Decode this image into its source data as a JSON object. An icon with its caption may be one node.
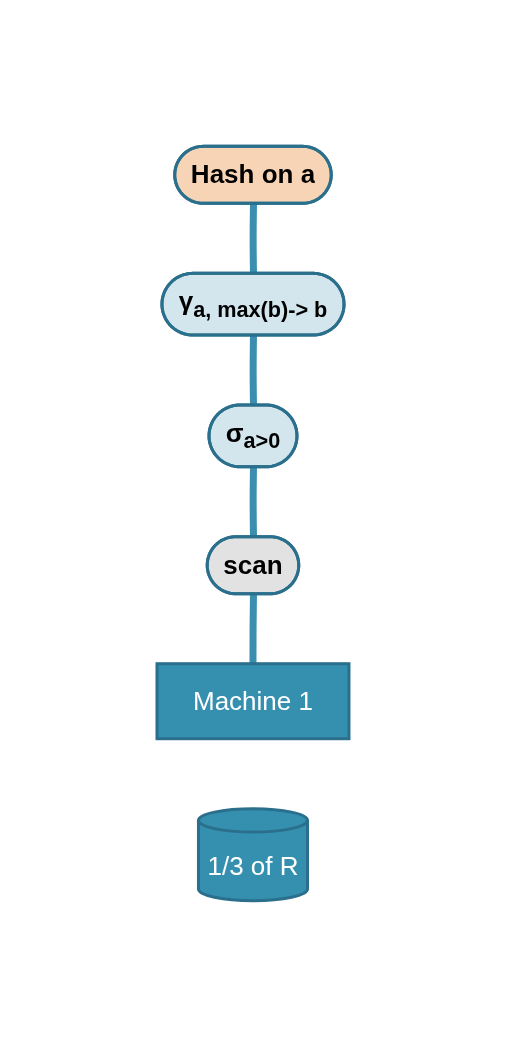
{
  "diagram": {
    "nodes": [
      {
        "text": [
          "Hash on a"
        ]
      },
      {
        "text": [
          "γ$_{a, max(b)-> b}$"
        ]
      },
      {
        "text": [
          "σ$_{a>0}$"
        ]
      },
      {
        "text": [
          "scan"
        ]
      },
      {
        "text": [
          "Machine 1"
        ]
      },
      {
        "text": [
          "1/3 of R"
        ]
      }
    ],
    "edges": [
      {
        "from": 0,
        "to": 1,
        "arrow": "none"
      },
      {
        "from": 1,
        "to": 2,
        "arrow": "none"
      },
      {
        "from": 2,
        "to": 3,
        "arrow": "none"
      },
      {
        "from": 3,
        "to": 4,
        "arrow": "none"
      }
    ]
  }
}
